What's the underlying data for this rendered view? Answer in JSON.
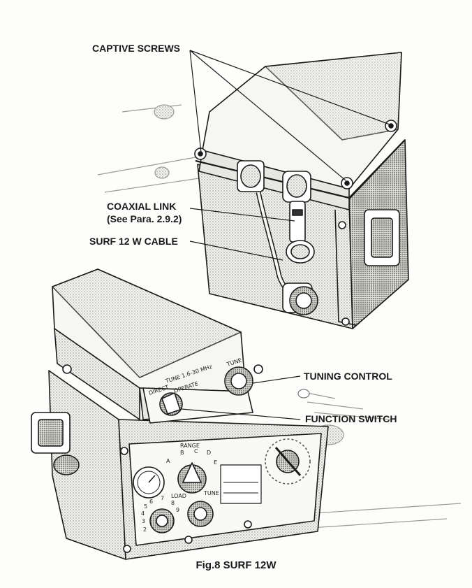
{
  "figure": {
    "caption": "Fig.8  SURF 12W",
    "callouts": {
      "captive_screws": "CAPTIVE SCREWS",
      "coaxial_link_line1": "COAXIAL LINK",
      "coaxial_link_line2": "(See Para. 2.9.2)",
      "surf_cable": "SURF 12 W CABLE",
      "tuning_control": "TUNING CONTROL",
      "function_switch": "FUNCTION SWITCH"
    },
    "panel_markings": {
      "direct": "DIRECT",
      "tune_range": "TUNE 1.6-30 MHz",
      "operate": "OPERATE",
      "tune_knob": "TUNE",
      "range": "RANGE",
      "range_letters": [
        "A",
        "B",
        "C",
        "D",
        "E"
      ],
      "load": "LOAD",
      "tune_small": "TUNE",
      "load_numbers": [
        "2",
        "3",
        "4",
        "5",
        "6",
        "7",
        "8",
        "9"
      ]
    }
  },
  "colors": {
    "ink": "#1a1a1a",
    "paper": "#fdfdfb",
    "shade": "#bdbdb8"
  }
}
